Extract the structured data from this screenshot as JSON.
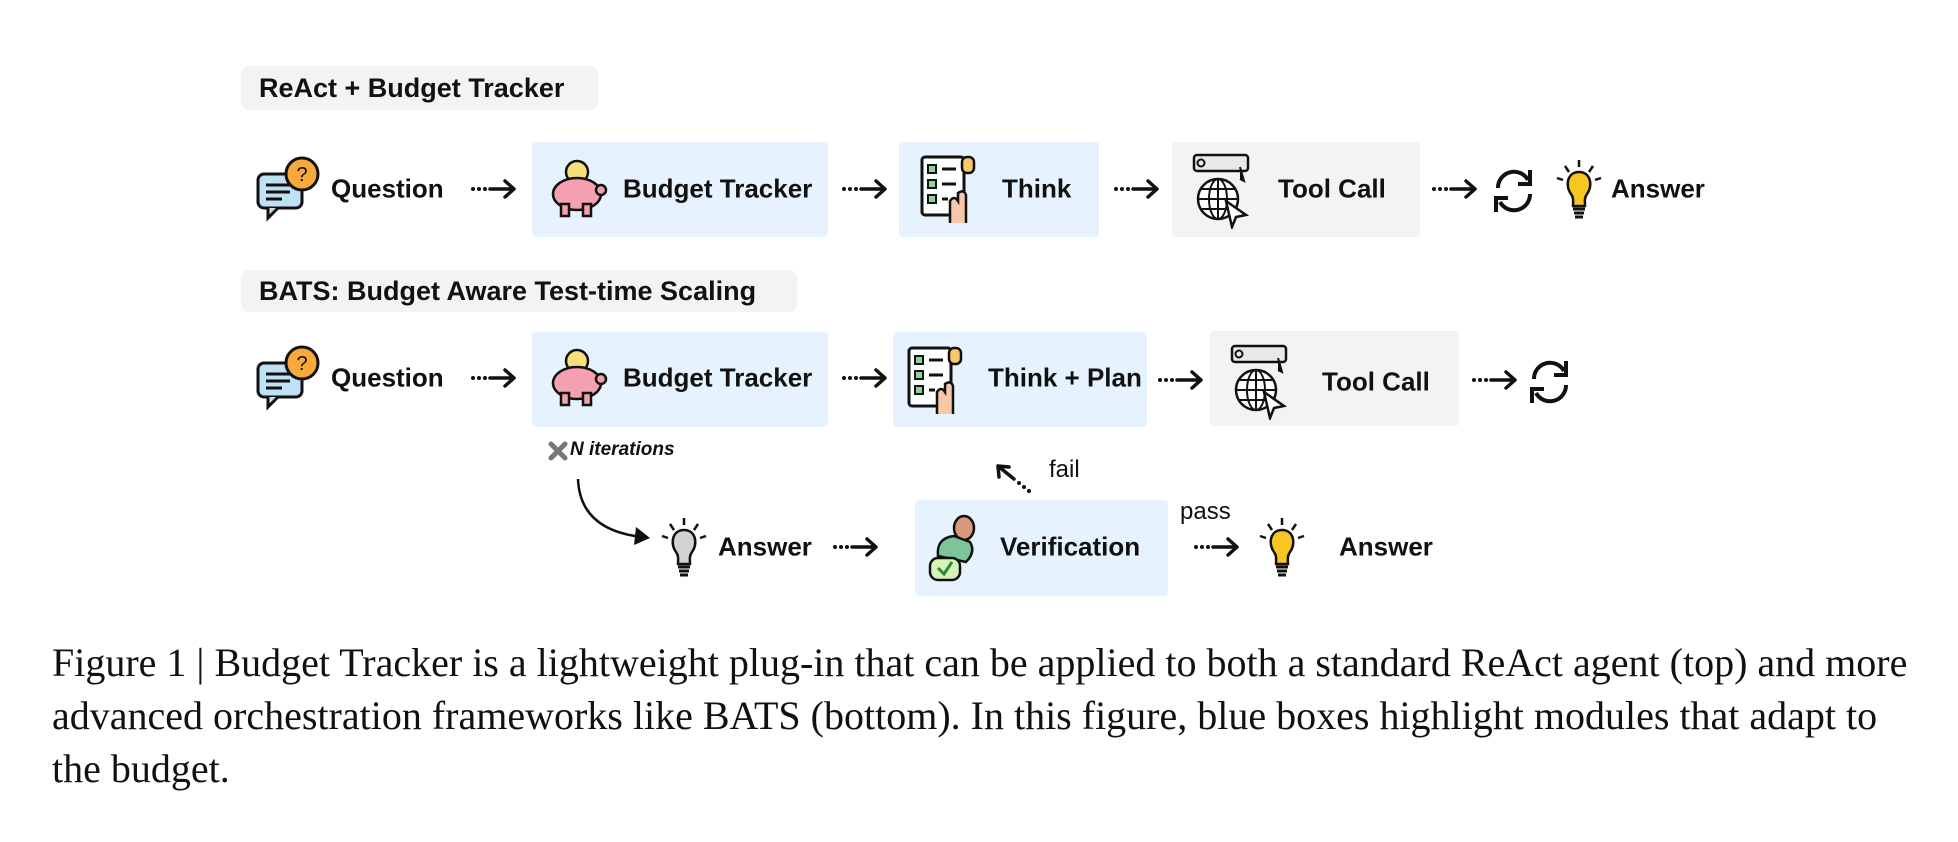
{
  "sections": [
    {
      "title": "ReAct + Budget Tracker",
      "steps": [
        "Question",
        "Budget Tracker",
        "Think",
        "Tool Call",
        "Answer"
      ]
    },
    {
      "title": "BATS: Budget Aware Test-time Scaling",
      "steps": [
        "Question",
        "Budget Tracker",
        "Think + Plan",
        "Tool Call"
      ],
      "loop_label": "N iterations",
      "answer_draft": "Answer",
      "verification": "Verification",
      "fail_label": "fail",
      "pass_label": "pass",
      "final_answer": "Answer"
    }
  ],
  "colors": {
    "budget_adaptive_box": "#e6f2fd",
    "standard_box": "#f2f3f5",
    "bulb_yellow": "#f7c623",
    "bulb_grey": "#d0d0d0",
    "piggy_pink": "#f4a0b0"
  },
  "caption": "Figure 1 | Budget Tracker is a lightweight plug-in that can be applied to both a standard ReAct agent (top) and more advanced orchestration frameworks like BATS (bottom). In this figure, blue boxes highlight modules that adapt to the budget."
}
